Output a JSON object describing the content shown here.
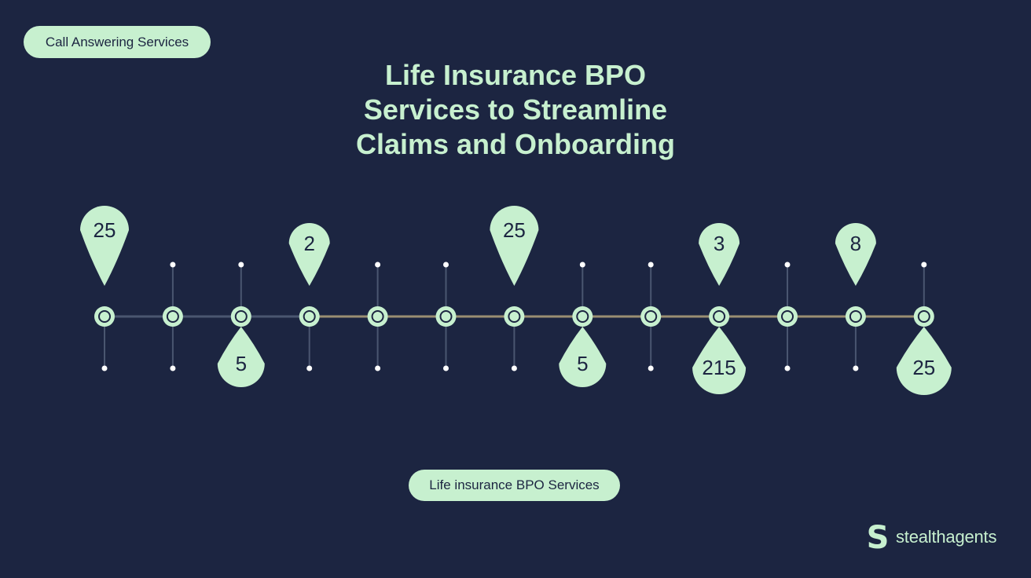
{
  "header": {
    "tag": "Call Answering Services",
    "title_lines": [
      "Life Insurance BPO",
      "Services to Streamline",
      "Claims and Onboarding"
    ]
  },
  "footer": {
    "tag": "Life insurance BPO Services",
    "brand": {
      "logo_glyph": "S",
      "name": "stealthagents"
    }
  },
  "timeline": {
    "node_count": 13,
    "pins_above": [
      {
        "node": 0,
        "label": "25"
      },
      {
        "node": 3,
        "label": "2"
      },
      {
        "node": 6,
        "label": "25"
      },
      {
        "node": 9,
        "label": "3"
      },
      {
        "node": 11,
        "label": "8"
      }
    ],
    "bubbles_below": [
      {
        "node": 2,
        "label": "5"
      },
      {
        "node": 7,
        "label": "5"
      },
      {
        "node": 9,
        "label": "215"
      },
      {
        "node": 12,
        "label": "25"
      }
    ]
  },
  "colors": {
    "background": "#1c2541",
    "accent": "#c7f0cf",
    "line_left": "#4a5670",
    "line_right": "#9a8f72"
  }
}
